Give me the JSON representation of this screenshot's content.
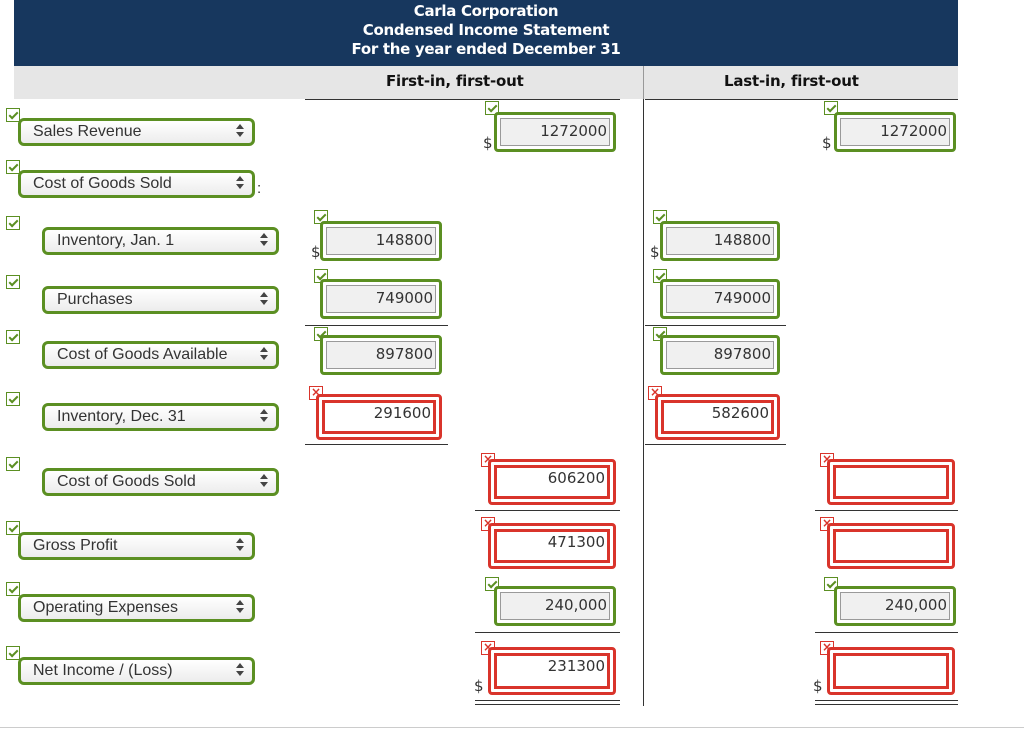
{
  "header": {
    "company": "Carla Corporation",
    "statement": "Condensed Income Statement",
    "period": "For the year ended December 31"
  },
  "columns": {
    "fifo": "First-in, first-out",
    "lifo": "Last-in, first-out"
  },
  "rows": {
    "sales_revenue": {
      "label": "Sales Revenue",
      "fifo": "1272000",
      "lifo": "1272000"
    },
    "cogs_heading": {
      "label": "Cost of Goods Sold",
      "suffix": ":"
    },
    "inventory_jan1": {
      "label": "Inventory, Jan. 1",
      "fifo": "148800",
      "lifo": "148800"
    },
    "purchases": {
      "label": "Purchases",
      "fifo": "749000",
      "lifo": "749000"
    },
    "cost_available": {
      "label": "Cost of Goods Available",
      "fifo": "897800",
      "lifo": "897800"
    },
    "inventory_dec31": {
      "label": "Inventory, Dec. 31",
      "fifo": "291600",
      "lifo": "582600"
    },
    "cogs_total": {
      "label": "Cost of Goods Sold",
      "fifo": "606200",
      "lifo": ""
    },
    "gross_profit": {
      "label": "Gross Profit",
      "fifo": "471300",
      "lifo": ""
    },
    "operating_expenses": {
      "label": "Operating Expenses",
      "fifo": "240,000",
      "lifo": "240,000"
    },
    "net_income": {
      "label": "Net Income / (Loss)",
      "fifo": "231300",
      "lifo": ""
    }
  },
  "currency_symbol": "$",
  "icons": {
    "correct": "check-icon",
    "incorrect": "x-icon"
  },
  "colors": {
    "header_bg": "#17375e",
    "correct": "#5b8f22",
    "incorrect": "#d9342b"
  }
}
